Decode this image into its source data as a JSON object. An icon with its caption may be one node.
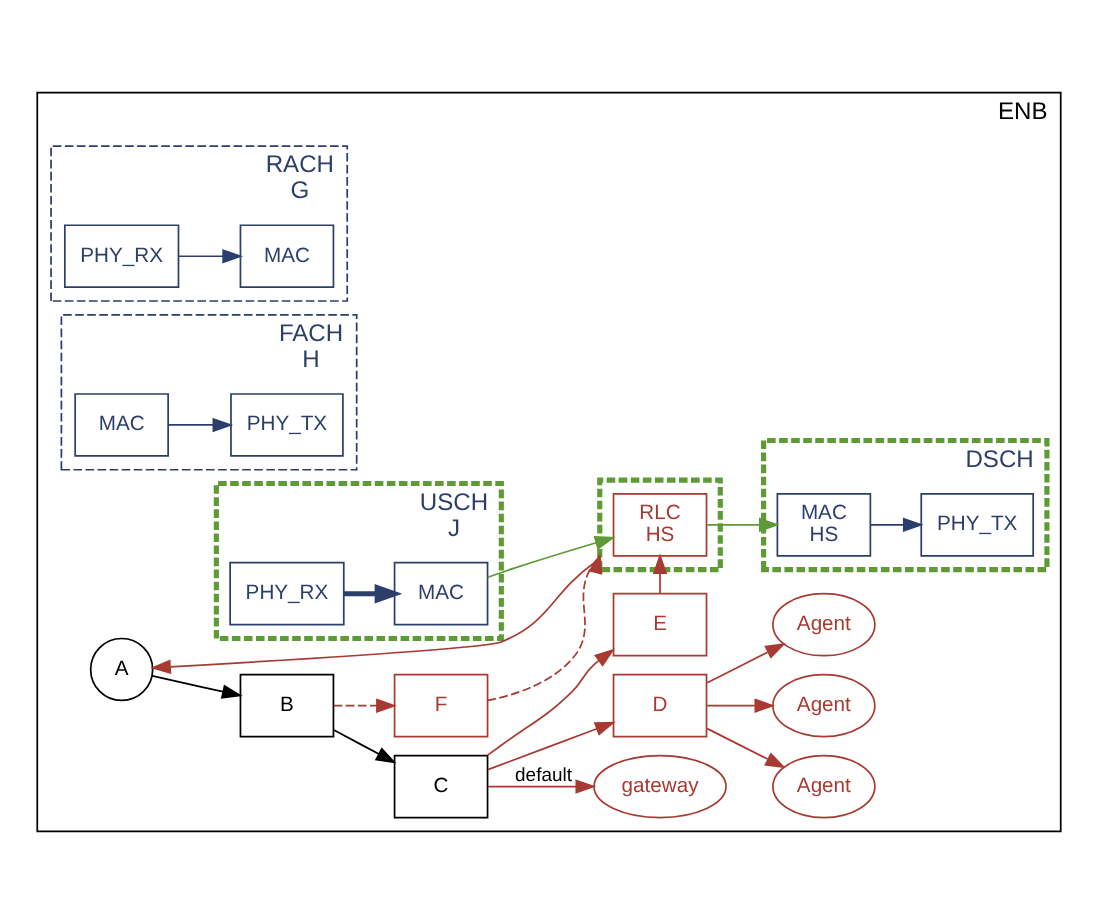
{
  "diagram": {
    "nodes": [
      {
        "text": [
          "ENB"
        ]
      },
      {
        "text": [
          "A"
        ],
        "in": 0
      },
      {
        "text": [
          "B"
        ],
        "in": 0
      },
      {
        "text": [
          "C"
        ],
        "in": 0
      },
      {
        "text": [
          "gateway"
        ],
        "in": 0
      },
      {
        "text": [
          "D"
        ],
        "in": 0
      },
      {
        "text": [
          "Agent"
        ],
        "in": 0
      },
      {
        "text": [
          "Agent"
        ],
        "in": 0
      },
      {
        "text": [
          "Agent"
        ],
        "in": 0
      },
      {
        "text": [
          "E"
        ],
        "in": 0
      },
      {
        "text": [
          "F"
        ],
        "in": 0
      },
      {
        "text": [],
        "shape": "box",
        "in": 0
      },
      {
        "text": [
          "RLC",
          "HS"
        ],
        "in": 11
      },
      {
        "text": [
          "RACH",
          "G"
        ],
        "in": 0
      },
      {
        "text": [
          "MAC"
        ],
        "in": 13
      },
      {
        "text": [
          "PHY_RX"
        ],
        "in": 13
      },
      {
        "text": [
          "FACH",
          "H"
        ],
        "in": 0
      },
      {
        "text": [
          "MAC"
        ],
        "in": 16
      },
      {
        "text": [
          "PHY_TX"
        ],
        "in": 16
      },
      {
        "text": [
          "USCH",
          "J"
        ],
        "in": 0
      },
      {
        "text": [
          "MAC"
        ],
        "in": 19
      },
      {
        "text": [
          "PHY_RX"
        ],
        "in": 19
      },
      {
        "text": [
          "DSCH"
        ],
        "in": 0
      },
      {
        "text": [
          "MAC",
          "HS"
        ],
        "in": 22
      },
      {
        "text": [
          "PHY_TX"
        ],
        "in": 22
      }
    ],
    "edges": [
      {
        "from": 1,
        "to": 2,
        "arrow": "to",
        "color": "#000000"
      },
      {
        "from": 2,
        "to": 3,
        "arrow": "to",
        "color": "#000000"
      },
      {
        "from": 2,
        "to": 10,
        "arrow": "to",
        "style": "dashed"
      },
      {
        "from": 3,
        "to": 4,
        "arrow": "to",
        "label": "default"
      },
      {
        "from": 3,
        "to": 5,
        "arrow": "to"
      },
      {
        "from": 3,
        "to": 9,
        "arrow": "to"
      },
      {
        "from": 5,
        "to": 6,
        "arrow": "to"
      },
      {
        "from": 5,
        "to": 7,
        "arrow": "to"
      },
      {
        "from": 5,
        "to": 8,
        "arrow": "to"
      },
      {
        "from": 9,
        "to": 12,
        "arrow": "to"
      },
      {
        "from": 10,
        "to": 11,
        "arrow": "to",
        "style": "dashed"
      },
      {
        "from": 11,
        "to": 1,
        "arrow": "to"
      },
      {
        "from": 20,
        "to": 12,
        "arrow": "to",
        "color": "#5e9a36"
      },
      {
        "from": 12,
        "to": 23,
        "arrow": "to",
        "color": "#5e9a36"
      },
      {
        "from": 15,
        "to": 14,
        "arrow": "to",
        "color": "#2c3e6b"
      },
      {
        "from": 17,
        "to": 18,
        "arrow": "to",
        "color": "#2c3e6b"
      },
      {
        "from": 21,
        "to": 20,
        "arrow": "to",
        "style": "thick",
        "color": "#2c3e6b"
      },
      {
        "from": 23,
        "to": 24,
        "arrow": "to",
        "color": "#2c3e6b"
      }
    ]
  }
}
